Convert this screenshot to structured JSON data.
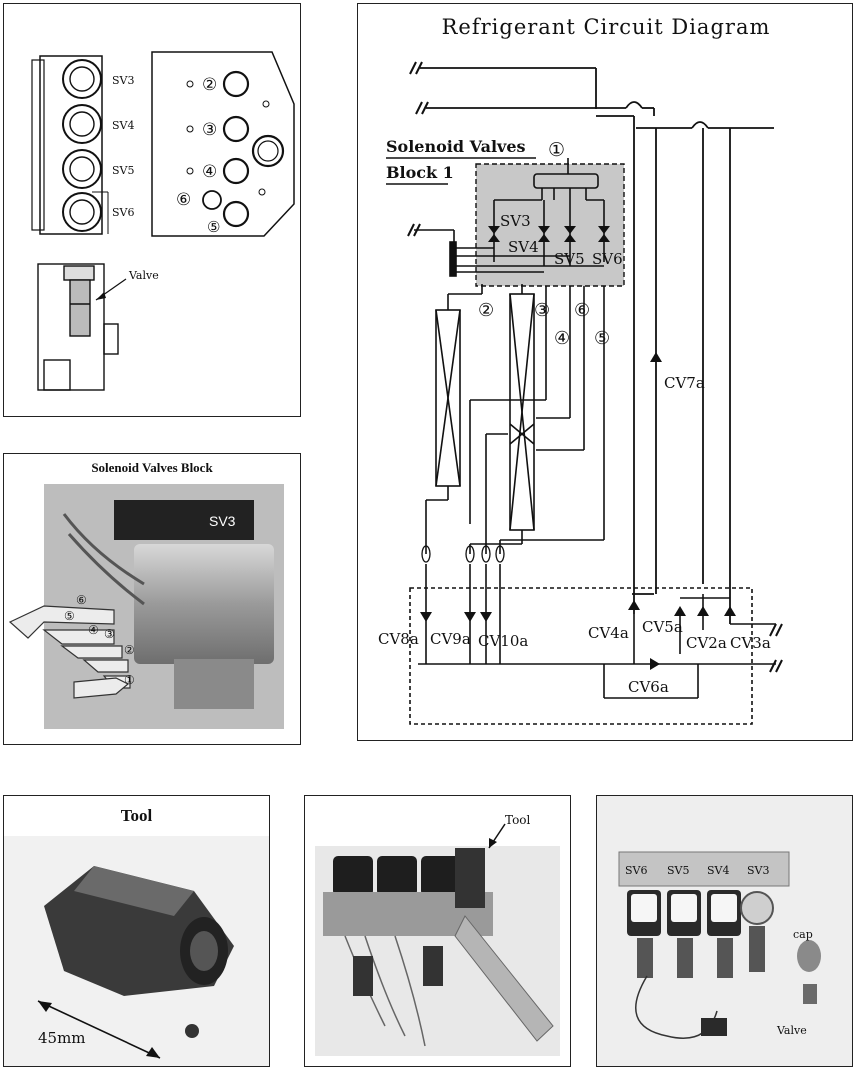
{
  "top_left": {
    "valve_labels": [
      "SV3",
      "SV4",
      "SV5",
      "SV6"
    ],
    "port_numbers": [
      "②",
      "③",
      "④",
      "⑥",
      "⑤"
    ],
    "valve_callout": "Valve"
  },
  "block_photo": {
    "title": "Solenoid Valves Block",
    "label": "SV3",
    "port_numbers": [
      "⑥",
      "⑤",
      "④",
      "③",
      "②",
      "①"
    ]
  },
  "diagram": {
    "title": "Refrigerant Circuit Diagram",
    "block_label_line1": "Solenoid Valves",
    "block_label_line2": "Block 1",
    "block_inlet": "①",
    "solenoid_valves": [
      "SV3",
      "SV4",
      "SV5",
      "SV6"
    ],
    "port_numbers": [
      "②",
      "③",
      "⑥",
      "④",
      "⑤"
    ],
    "check_valves": [
      "CV7a",
      "CV8a",
      "CV9a",
      "CV10a",
      "CV4a",
      "CV5a",
      "CV2a",
      "CV3a",
      "CV6a"
    ]
  },
  "tool_photo": {
    "title": "Tool",
    "dimension": "45mm"
  },
  "wrench_photo": {
    "callout": "Tool"
  },
  "parts_photo": {
    "valve_labels": [
      "SV6",
      "SV5",
      "SV4",
      "SV3"
    ],
    "cap_label": "cap",
    "valve_label": "Valve"
  },
  "colors": {
    "block_shade": "#c8c8c8",
    "line": "#111111",
    "photo_metal": "#9a9a9a"
  }
}
